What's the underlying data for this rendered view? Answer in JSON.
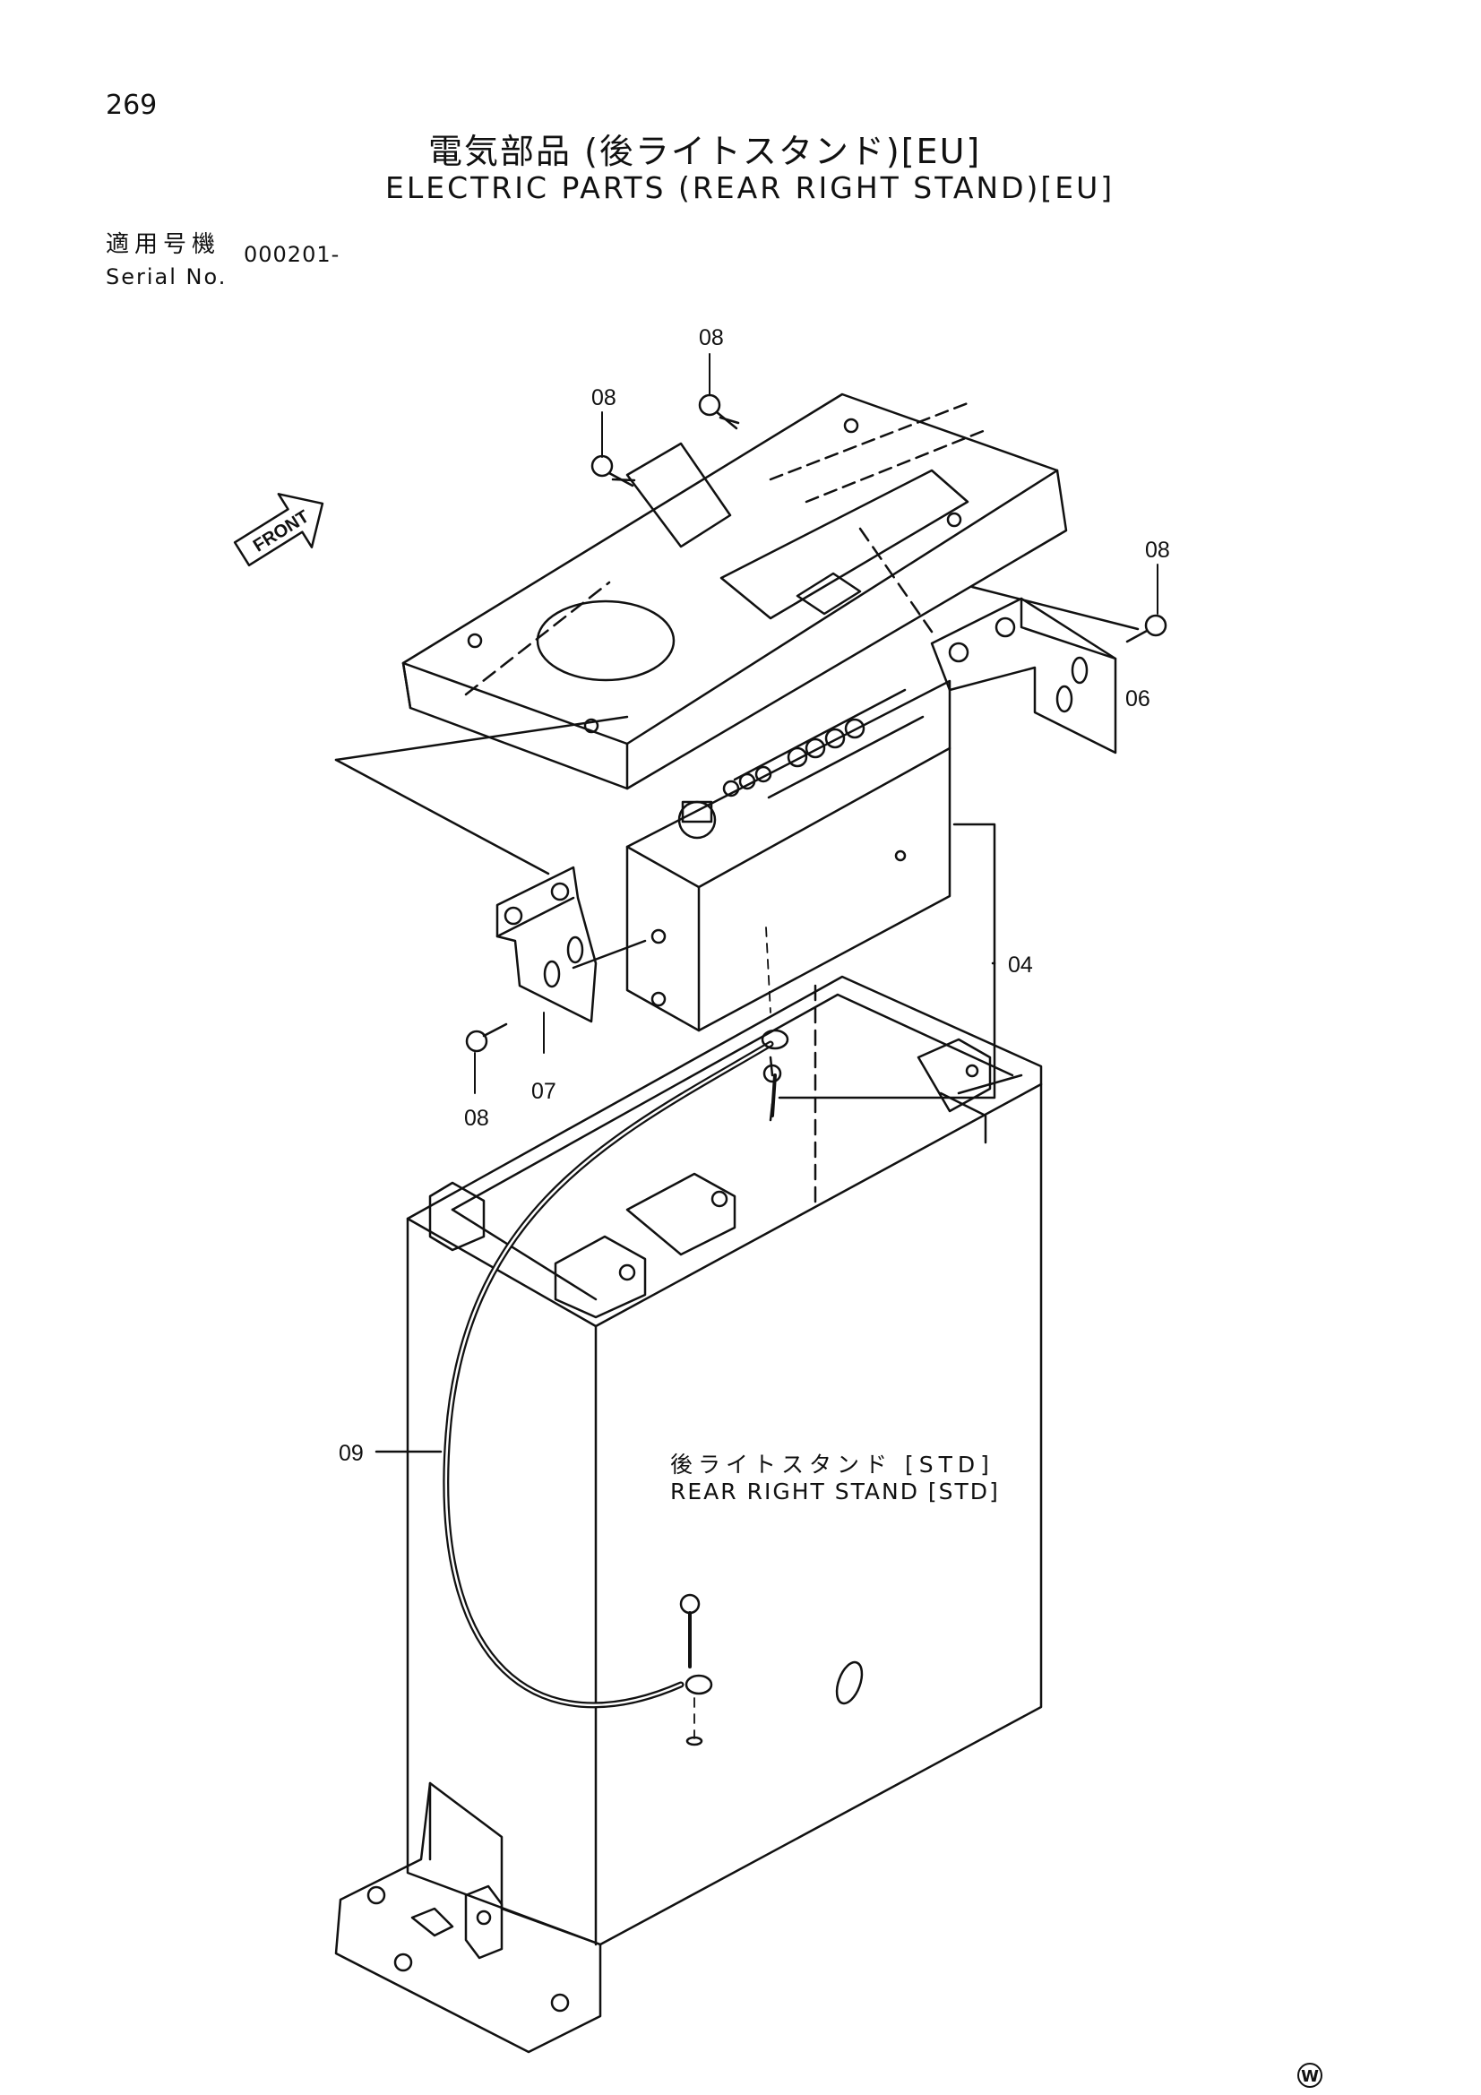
{
  "page": {
    "number": "269",
    "title_jp": "電気部品 (後ライトスタンド)[EU]",
    "title_en": "ELECTRIC PARTS (REAR RIGHT STAND)[EU]",
    "serial_label_jp": "適用号機",
    "serial_label_en": "Serial No.",
    "serial_value": "000201-"
  },
  "diagram": {
    "front_label": "FRONT",
    "stand_label_jp": "後ライトスタンド [STD]",
    "stand_label_en": "REAR RIGHT STAND [STD]",
    "callouts": {
      "bolt_top_center": "08",
      "bolt_top_left": "08",
      "bolt_right": "08",
      "bracket_right": "06",
      "light_unit": "04",
      "bracket_left": "07",
      "bolt_left": "08",
      "harness": "09"
    },
    "mark": "W"
  }
}
